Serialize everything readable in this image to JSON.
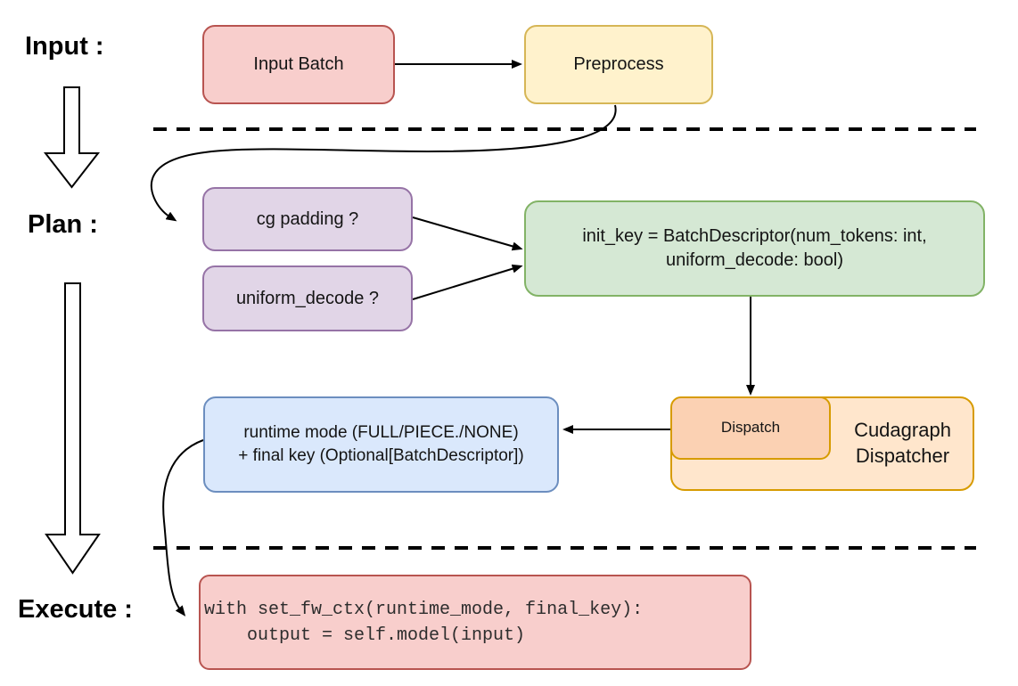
{
  "diagram": {
    "title_present": false,
    "sections": [
      {
        "id": "input",
        "label": "Input :"
      },
      {
        "id": "plan",
        "label": "Plan :"
      },
      {
        "id": "execute",
        "label": "Execute :"
      }
    ],
    "nodes": {
      "input_batch": {
        "text": "Input Batch"
      },
      "preprocess": {
        "text": "Preprocess"
      },
      "cg_padding": {
        "text": "cg padding ?"
      },
      "uniform_decode": {
        "text": "uniform_decode ?"
      },
      "init_key": {
        "line1": "init_key = BatchDescriptor(num_tokens: int,",
        "line2": "uniform_decode: bool)"
      },
      "dispatch": {
        "text": "Dispatch"
      },
      "cudagraph_dispatcher": {
        "line1": "Cudagraph",
        "line2": "Dispatcher"
      },
      "runtime_mode": {
        "line1": "runtime mode (FULL/PIECE./NONE)",
        "line2": "+ final key (Optional[BatchDescriptor])"
      },
      "execute_code": {
        "line1": "with set_fw_ctx(runtime_mode, final_key):",
        "line2": "    output = self.model(input)"
      }
    },
    "colors": {
      "pink_fill": "#f8cecc",
      "pink_stroke": "#b85450",
      "yellow_fill": "#fff2cc",
      "yellow_stroke": "#d6b656",
      "purple_fill": "#e1d5e7",
      "purple_stroke": "#9673a6",
      "green_fill": "#d5e8d4",
      "green_stroke": "#82b366",
      "peach_fill": "#ffe6cc",
      "peach_stroke": "#d79b00",
      "salmon_fill": "#fbd1b3",
      "blue_fill": "#dae8fc",
      "blue_stroke": "#6c8ebf",
      "connector": "#000000",
      "background": "#ffffff"
    }
  }
}
